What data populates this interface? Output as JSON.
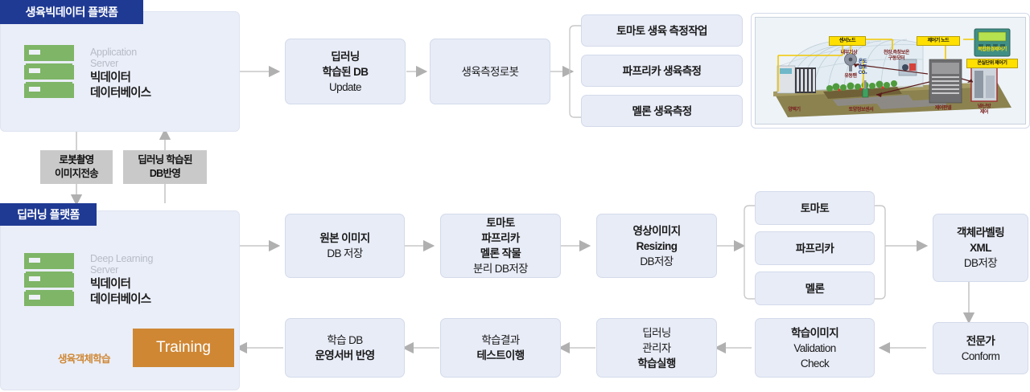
{
  "platforms": [
    {
      "id": "growth-bigdata",
      "title": "생육빅데이터 플랫폼",
      "server_sub": "Application\nServer",
      "server_main": "빅데이터\n데이터베이스"
    },
    {
      "id": "deeplearning",
      "title": "딥러닝 플랫폼",
      "server_sub": "Deep Learning\nServer",
      "server_main": "빅데이터\n데이터베이스",
      "training_label": "Training",
      "training_caption": "생육객체학습"
    }
  ],
  "link_labels": [
    {
      "id": "robot-capture",
      "text": "로봇촬영\n이미지전송"
    },
    {
      "id": "db-reflect",
      "text": "딥러닝 학습된\nDB반영"
    }
  ],
  "flow_top": [
    {
      "id": "dl-db-update",
      "lines": [
        {
          "t": "딥러닝",
          "bold": true
        },
        {
          "t": "학습된 DB",
          "bold": true
        },
        {
          "t": "Update",
          "bold": false
        }
      ]
    },
    {
      "id": "growth-robot",
      "lines": [
        {
          "t": "생육측정로봇",
          "bold": false
        }
      ]
    }
  ],
  "flow_top_branch": [
    {
      "id": "tomato-measure",
      "lines": [
        {
          "t": "토마토 생육 측정작업",
          "bold": true
        }
      ]
    },
    {
      "id": "paprika-measure",
      "lines": [
        {
          "t": "파프리카 생육측정",
          "bold": true
        }
      ]
    },
    {
      "id": "melon-measure",
      "lines": [
        {
          "t": "멜론 생육측정",
          "bold": true
        }
      ]
    }
  ],
  "flow_mid": [
    {
      "id": "original-image-db",
      "lines": [
        {
          "t": "원본 이미지",
          "bold": true
        },
        {
          "t": "DB 저장",
          "bold": false
        }
      ]
    },
    {
      "id": "crop-split-db",
      "lines": [
        {
          "t": "토마토",
          "bold": true
        },
        {
          "t": "파프리카",
          "bold": true
        },
        {
          "t": "멜론 작물",
          "bold": "mixed"
        },
        {
          "t": "분리 DB저장",
          "bold": false
        }
      ]
    },
    {
      "id": "image-resizing-db",
      "lines": [
        {
          "t": "영상이미지",
          "bold": true
        },
        {
          "t": "Resizing",
          "bold": true
        },
        {
          "t": "DB저장",
          "bold": false
        }
      ]
    }
  ],
  "flow_mid_branch": [
    {
      "id": "tomato",
      "lines": [
        {
          "t": "토마토",
          "bold": true
        }
      ]
    },
    {
      "id": "paprika",
      "lines": [
        {
          "t": "파프리카",
          "bold": true
        }
      ]
    },
    {
      "id": "melon",
      "lines": [
        {
          "t": "멜론",
          "bold": true
        }
      ]
    }
  ],
  "flow_mid_end": {
    "id": "object-labeling-xml",
    "lines": [
      {
        "t": "객체라벨링",
        "bold": true
      },
      {
        "t": "XML",
        "bold": true
      },
      {
        "t": "DB저장",
        "bold": false
      }
    ]
  },
  "flow_bottom": [
    {
      "id": "expert-conform",
      "lines": [
        {
          "t": "전문가",
          "bold": true
        },
        {
          "t": "Conform",
          "bold": false
        }
      ]
    },
    {
      "id": "validation-check",
      "lines": [
        {
          "t": "학습이미지",
          "bold": true
        },
        {
          "t": "Validation",
          "bold": false
        },
        {
          "t": "Check",
          "bold": false
        }
      ]
    },
    {
      "id": "training-run",
      "lines": [
        {
          "t": "딥러닝",
          "bold": false
        },
        {
          "t": "관리자",
          "bold": false
        },
        {
          "t": "학습실행",
          "bold": true
        }
      ]
    },
    {
      "id": "test-result",
      "lines": [
        {
          "t": "학습결과",
          "bold": false
        },
        {
          "t": "테스트이행",
          "bold": true
        }
      ]
    },
    {
      "id": "apply-ops-server",
      "lines": [
        {
          "t": "학습 DB",
          "bold": false
        },
        {
          "t": "운영서버 반영",
          "bold": true
        }
      ]
    }
  ],
  "greenhouse": {
    "id": "greenhouse-diagram",
    "tags": [
      {
        "id": "sensor-node",
        "text": "센서노드"
      },
      {
        "id": "controller-node",
        "text": "제어기 노드"
      },
      {
        "id": "greenhouse-unit-controller",
        "text": "온실단위 제어기"
      }
    ],
    "texts": [
      {
        "id": "internal-weather",
        "text": "내부기상"
      },
      {
        "id": "temp-humid-co2",
        "text": "온도\n습도\nCO₂"
      },
      {
        "id": "ceiling-side-motor",
        "text": "천장,측창보온\n구동모터"
      },
      {
        "id": "circulation-fan",
        "text": "유동팬"
      },
      {
        "id": "nutrient-unit",
        "text": "양액기"
      },
      {
        "id": "soil-sensor",
        "text": "토양정보센서"
      },
      {
        "id": "control-panel",
        "text": "제어판넬"
      },
      {
        "id": "hvac-control",
        "text": "냉/난방\n제어"
      },
      {
        "id": "device-label",
        "text": "복합환경제어기"
      }
    ]
  },
  "colors": {
    "banner": "#1f3a93",
    "panel_bg": "#eaeef8",
    "box_bg": "#e8ecf7",
    "box_border": "#d3daea",
    "gray_label": "#c9c9c9",
    "training": "#cf8734",
    "server_green": "#7eb567",
    "arrow": "#b7b7b7",
    "dark_arrow": "#4d6068"
  }
}
